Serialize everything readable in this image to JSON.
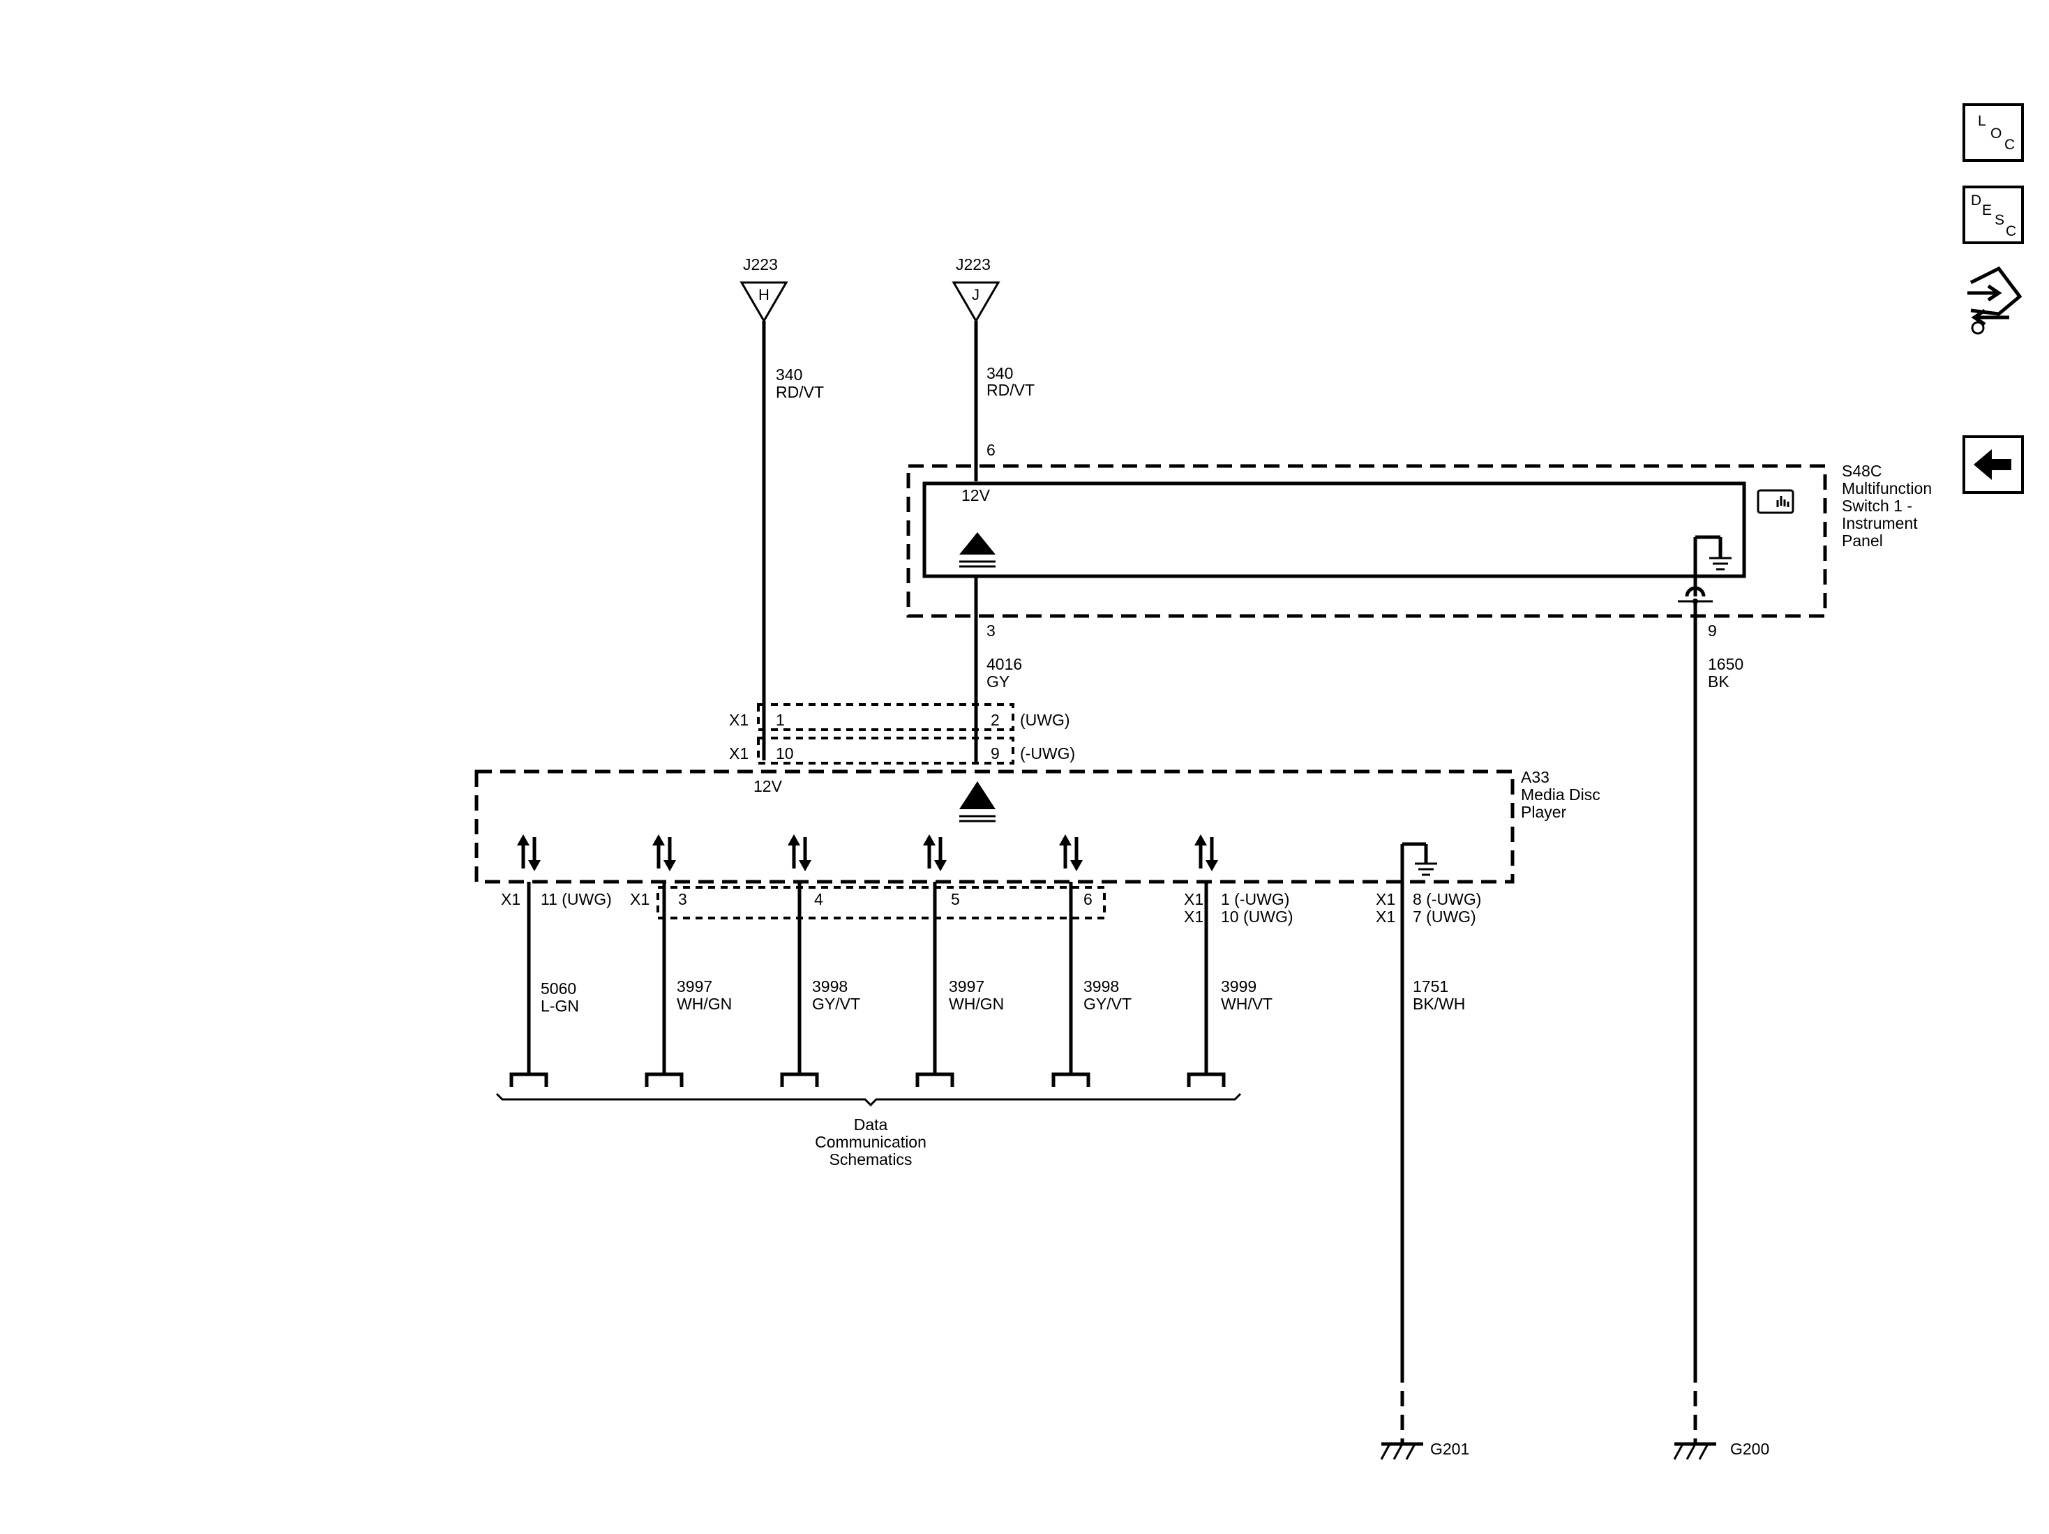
{
  "nav": {
    "loc": [
      "L",
      "O",
      "C"
    ],
    "desc": [
      "D",
      "E",
      "S",
      "C"
    ]
  },
  "connectors": {
    "j223_h": {
      "name": "J223",
      "pin": "H"
    },
    "j223_j": {
      "name": "J223",
      "pin": "J"
    }
  },
  "wires": {
    "w340_left": {
      "circuit": "340",
      "color": "RD/VT"
    },
    "w340_right": {
      "circuit": "340",
      "color": "RD/VT"
    },
    "w4016": {
      "circuit": "4016",
      "color": "GY"
    },
    "w1650": {
      "circuit": "1650",
      "color": "BK"
    },
    "w5060": {
      "circuit": "5060",
      "color": "L-GN"
    },
    "w3997a": {
      "circuit": "3997",
      "color": "WH/GN"
    },
    "w3998a": {
      "circuit": "3998",
      "color": "GY/VT"
    },
    "w3997b": {
      "circuit": "3997",
      "color": "WH/GN"
    },
    "w3998b": {
      "circuit": "3998",
      "color": "GY/VT"
    },
    "w3999": {
      "circuit": "3999",
      "color": "WH/VT"
    },
    "w1751": {
      "circuit": "1751",
      "color": "BK/WH"
    }
  },
  "s48c": {
    "name": [
      "S48C",
      "Multifunction",
      "Switch 1 -",
      "Instrument",
      "Panel"
    ],
    "pin_top": "6",
    "supply": "12V",
    "pin_signal": "3",
    "pin_ground": "9"
  },
  "a33": {
    "name": [
      "A33",
      "Media Disc",
      "Player"
    ],
    "supply": "12V",
    "conn_x1": "X1",
    "pin1": "1",
    "pin2": "2",
    "pin10": "10",
    "pin9": "9",
    "note_uwg": "(UWG)",
    "note_nuwg": "(-UWG)",
    "bottom_pins": {
      "p11": "11 (UWG)",
      "p3": "3",
      "p4": "4",
      "p5": "5",
      "p6": "6",
      "p1_10_a": "1 (-UWG)",
      "p1_10_b": "10 (UWG)",
      "p8_7_a": "8 (-UWG)",
      "p8_7_b": "7 (UWG)"
    }
  },
  "bus_label": [
    "Data",
    "Communication",
    "Schematics"
  ],
  "grounds": {
    "g201": "G201",
    "g200": "G200"
  }
}
